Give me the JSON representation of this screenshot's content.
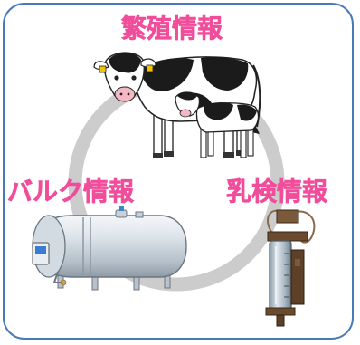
{
  "diagram": {
    "labels": {
      "breeding": "繁殖情報",
      "bulk": "バルク情報",
      "milk_test": "乳検情報"
    },
    "colors": {
      "label": "#f04d9a",
      "frame_border": "#4a7ab5",
      "cycle_ring": "#cccccc"
    },
    "icons": {
      "breeding": "holstein-cow-and-calf-icon",
      "bulk": "bulk-milk-tank-icon",
      "milk_test": "milk-meter-icon"
    }
  }
}
